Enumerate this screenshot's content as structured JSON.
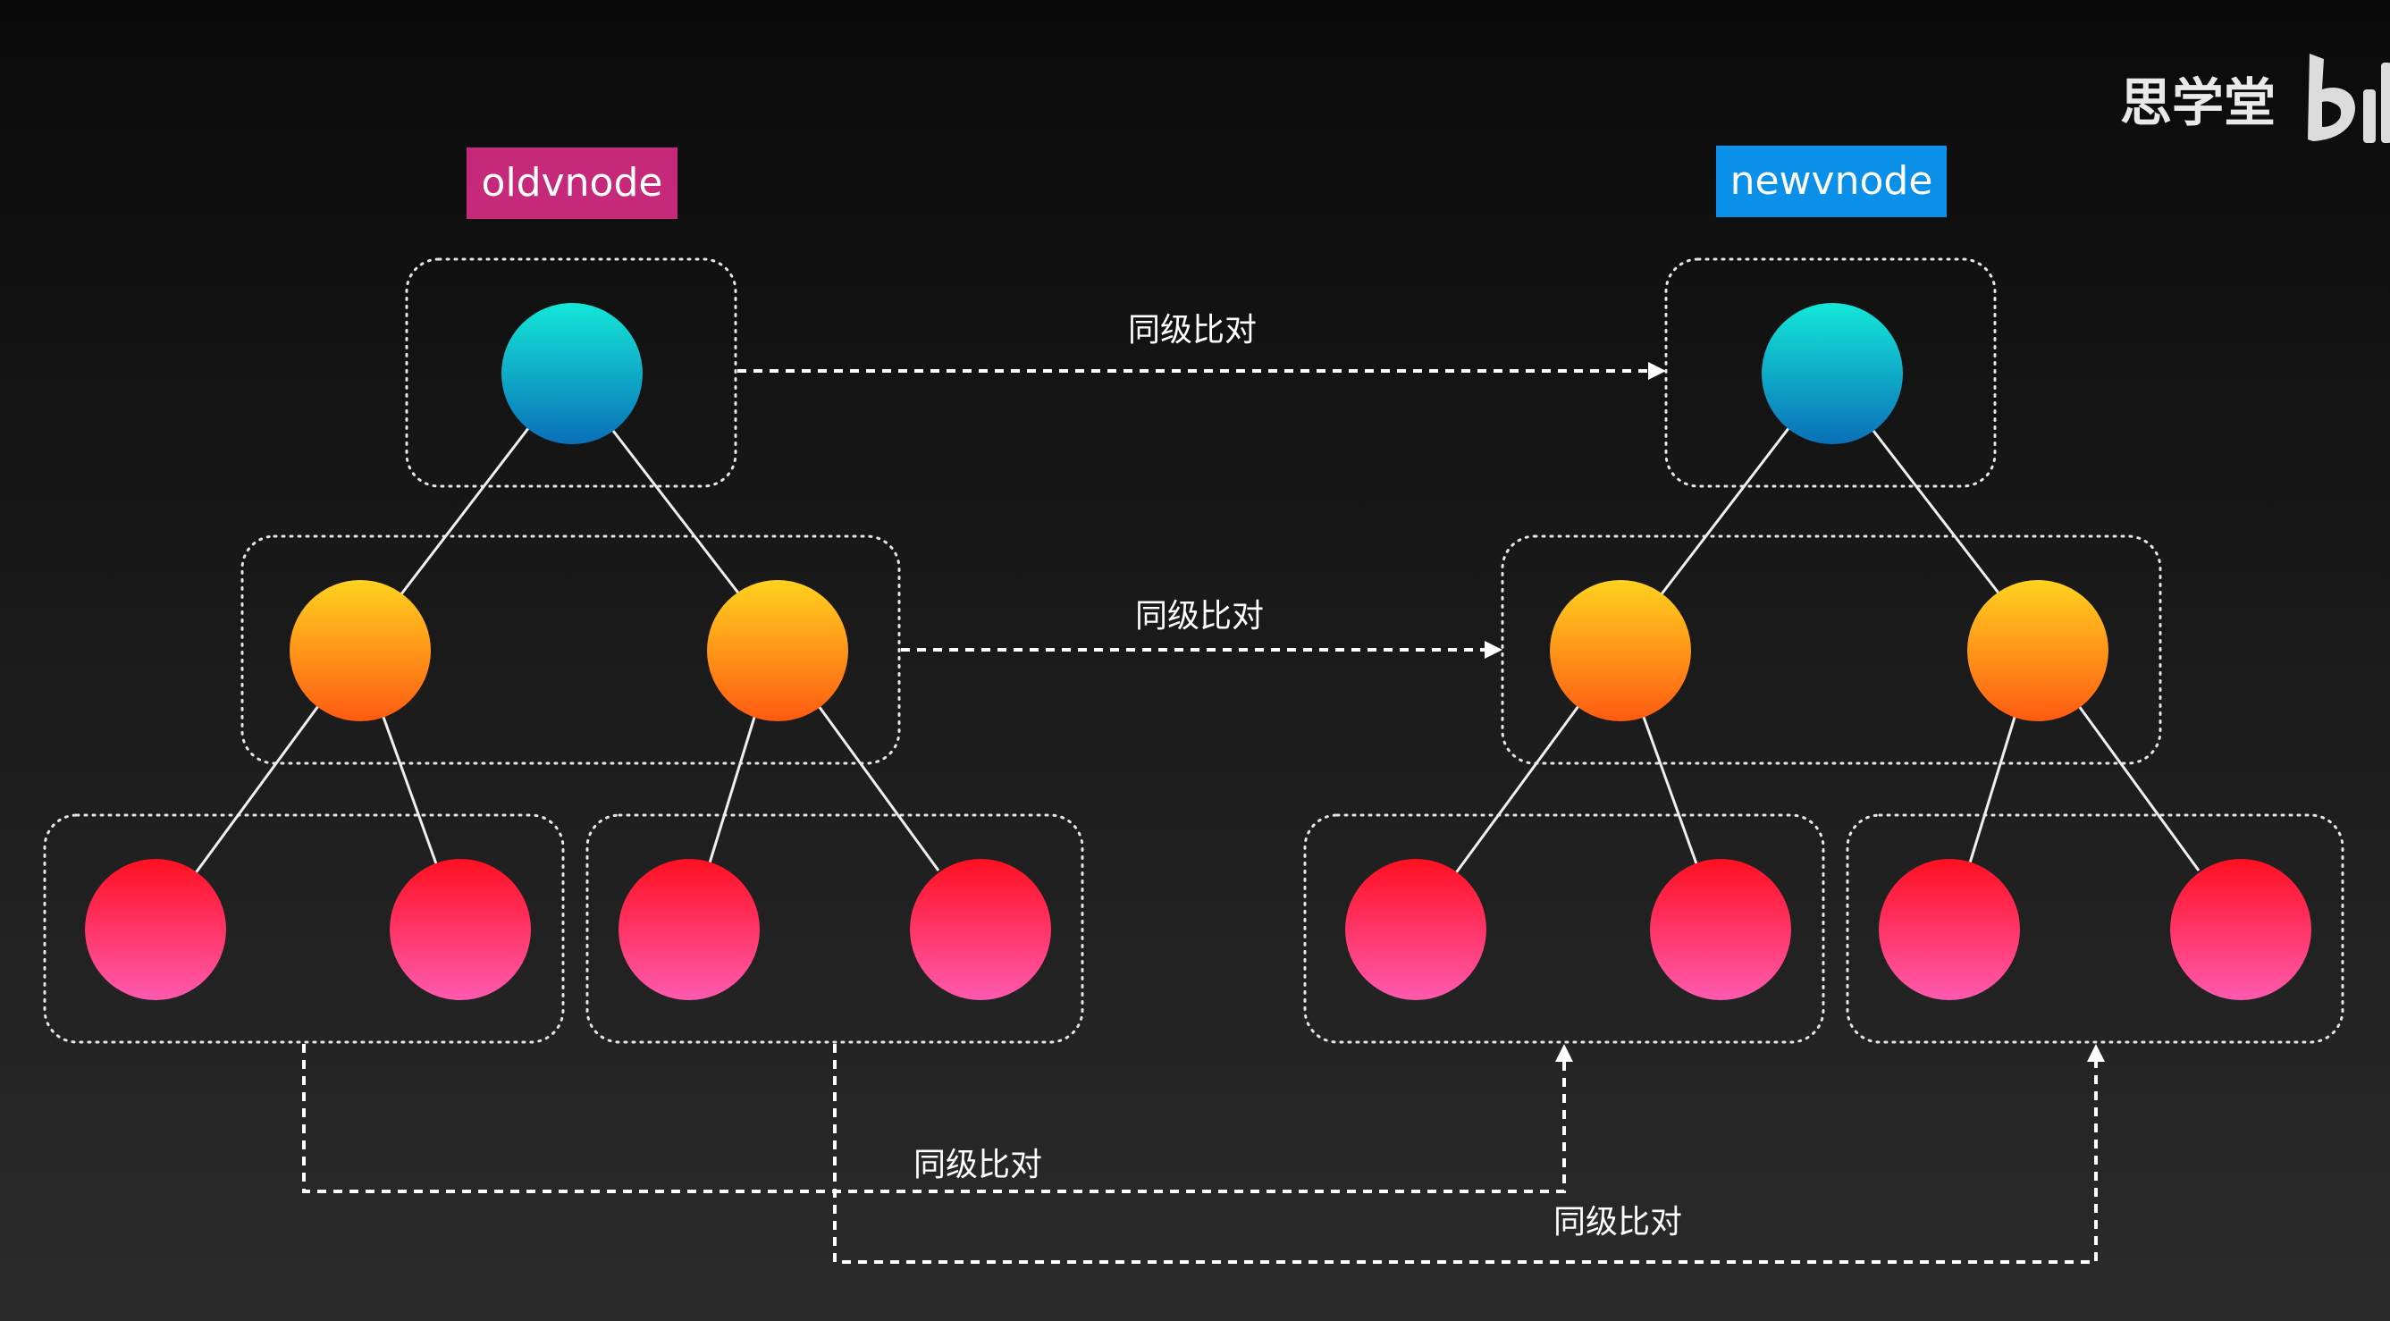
{
  "labels": {
    "old_tree": "oldvnode",
    "new_tree": "newvnode",
    "compare_level_1": "同级比对",
    "compare_level_2": "同级比对",
    "compare_level_3_left": "同级比对",
    "compare_level_3_right": "同级比对"
  },
  "watermark": {
    "brand_text": "思学堂",
    "logo_icon": "bilibili-logo-icon"
  },
  "colors": {
    "old_tag": "#c6287a",
    "new_tag": "#0a90e8",
    "root_node": [
      "#14e8d8",
      "#0a6fb8"
    ],
    "level2_node": [
      "#ffd21f",
      "#ff5a12"
    ],
    "level3_node": [
      "#ff1020",
      "#ff5ab0"
    ]
  }
}
